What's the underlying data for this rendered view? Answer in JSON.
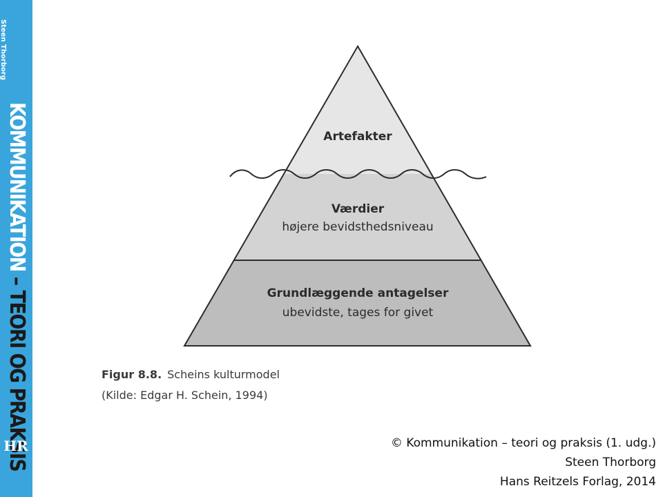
{
  "spine": {
    "author": "Steen Thorborg",
    "title_main": "KOMMUNIKATION",
    "title_rest": " – TEORI OG PRAKSIS",
    "logo": "HR",
    "color": "#3aa5dc"
  },
  "diagram": {
    "layers": [
      {
        "title": "Artefakter",
        "subtitle": "",
        "color": "#e6e6e6"
      },
      {
        "title": "Værdier",
        "subtitle": "højere bevidsthedsniveau",
        "color": "#d3d3d3"
      },
      {
        "title": "Grundlæggende antagelser",
        "subtitle": "ubevidste, tages for givet",
        "color": "#bdbdbd"
      }
    ]
  },
  "caption": {
    "label": "Figur 8.8.",
    "title": "Scheins kulturmodel",
    "source": "(Kilde: Edgar H. Schein, 1994)"
  },
  "copyright": {
    "line1": "© Kommunikation – teori og praksis (1. udg.)",
    "line2": "Steen Thorborg",
    "line3": "Hans Reitzels Forlag, 2014"
  }
}
